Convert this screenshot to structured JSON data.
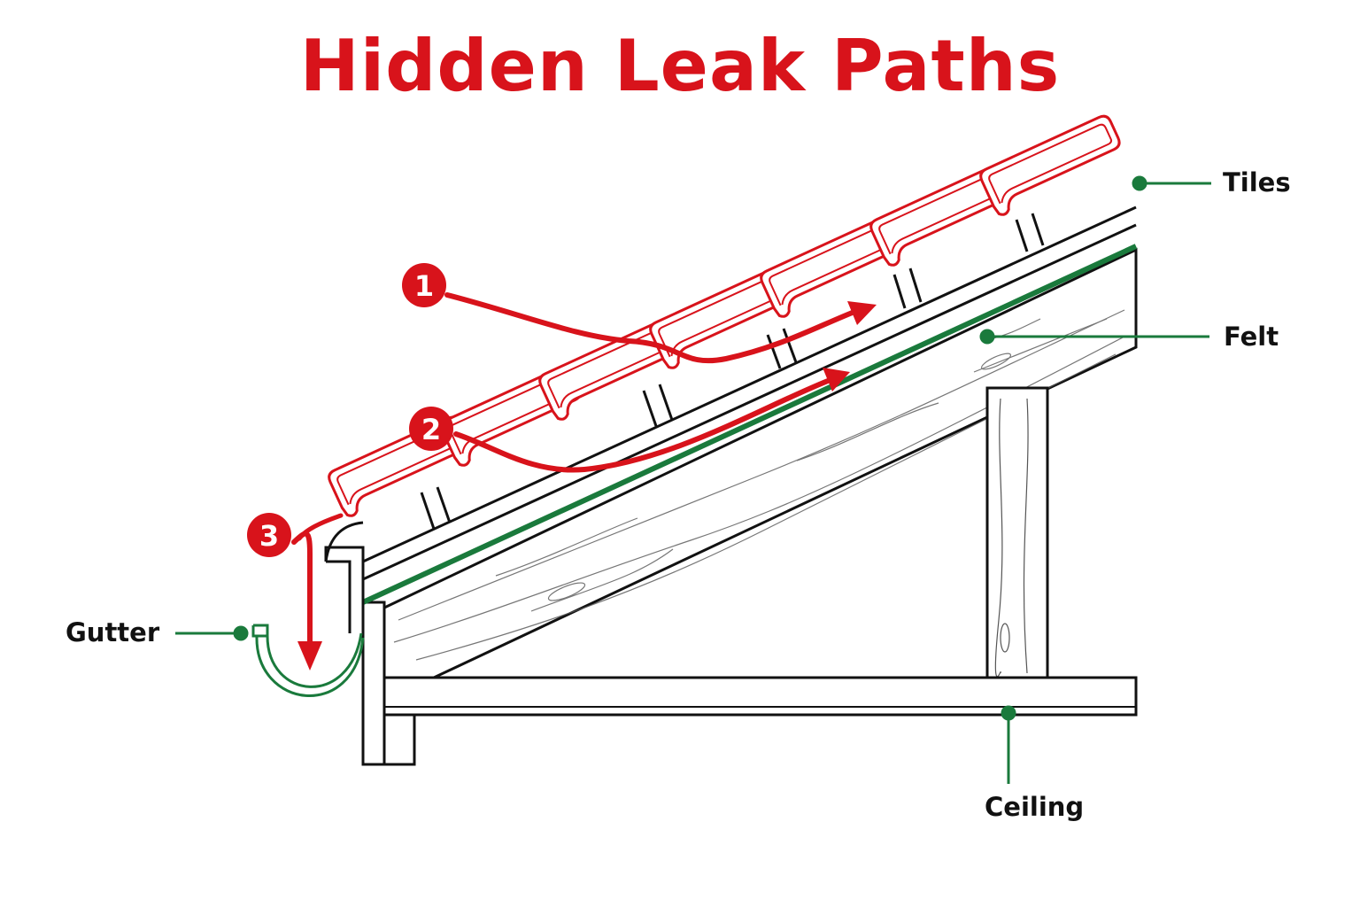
{
  "title": "Hidden Leak Paths",
  "colors": {
    "accent_red": "#d8131b",
    "label_green": "#1a7a3c",
    "line_black": "#111111"
  },
  "labels": {
    "tiles": "Tiles",
    "felt": "Felt",
    "gutter": "Gutter",
    "ceiling": "Ceiling"
  },
  "paths": [
    {
      "number": "1"
    },
    {
      "number": "2"
    },
    {
      "number": "3"
    }
  ]
}
